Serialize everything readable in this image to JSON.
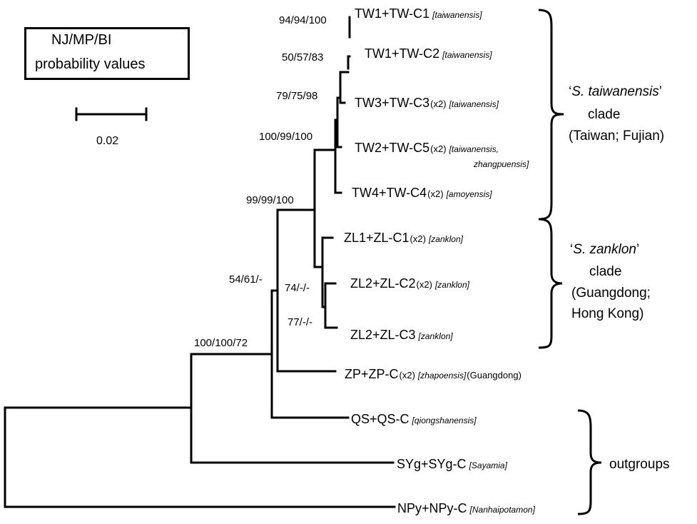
{
  "legend": {
    "line1": "NJ/MP/BI",
    "line2": "probability values",
    "scale_label": "0.02"
  },
  "taxa": [
    {
      "name": "TW1+TW-C1",
      "count": "",
      "note": "[taiwanensis]"
    },
    {
      "name": "TW1+TW-C2",
      "count": "",
      "note": "[taiwanensis]"
    },
    {
      "name": "TW3+TW-C3",
      "count": "(x2)",
      "note": "[taiwanensis]"
    },
    {
      "name": "TW2+TW-C5",
      "count": "(x2)",
      "note": "[taiwanensis,",
      "note2": "zhangpuensis]"
    },
    {
      "name": "TW4+TW-C4",
      "count": "(x2)",
      "note": "[amoyensis]"
    },
    {
      "name": "ZL1+ZL-C1",
      "count": "(x2)",
      "note": "[zanklon]"
    },
    {
      "name": "ZL2+ZL-C2",
      "count": "(x2)",
      "note": "[zanklon]"
    },
    {
      "name": "ZL2+ZL-C3",
      "count": "",
      "note": "[zanklon]"
    },
    {
      "name": "ZP+ZP-C",
      "count": "(x2)",
      "note": "[zhapoensis]",
      "extra": "(Guangdong)"
    },
    {
      "name": "QS+QS-C",
      "count": "",
      "note": "[qiongshanensis]"
    },
    {
      "name": "SYg+SYg-C",
      "count": "",
      "note": "[Sayamia]"
    },
    {
      "name": "NPy+NPy-C",
      "count": "",
      "note": "[Nanhaipotamon]"
    }
  ],
  "support": [
    "94/94/100",
    "50/57/83",
    "79/75/98",
    "100/99/100",
    "99/99/100",
    "54/61/-",
    "74/-/-",
    "77/-/-",
    "100/100/72"
  ],
  "clades": {
    "taiwanensis": {
      "quote_open": "‘",
      "name": "S. taiwanensis",
      "quote_close": "’",
      "line2": "clade",
      "line3": "(Taiwan; Fujian)"
    },
    "zanklon": {
      "quote_open": "‘",
      "name": "S. zanklon",
      "quote_close": "’",
      "line2": "clade",
      "line3": "(Guangdong;",
      "line4": "Hong Kong)"
    },
    "outgroups": {
      "label": "outgroups"
    }
  }
}
